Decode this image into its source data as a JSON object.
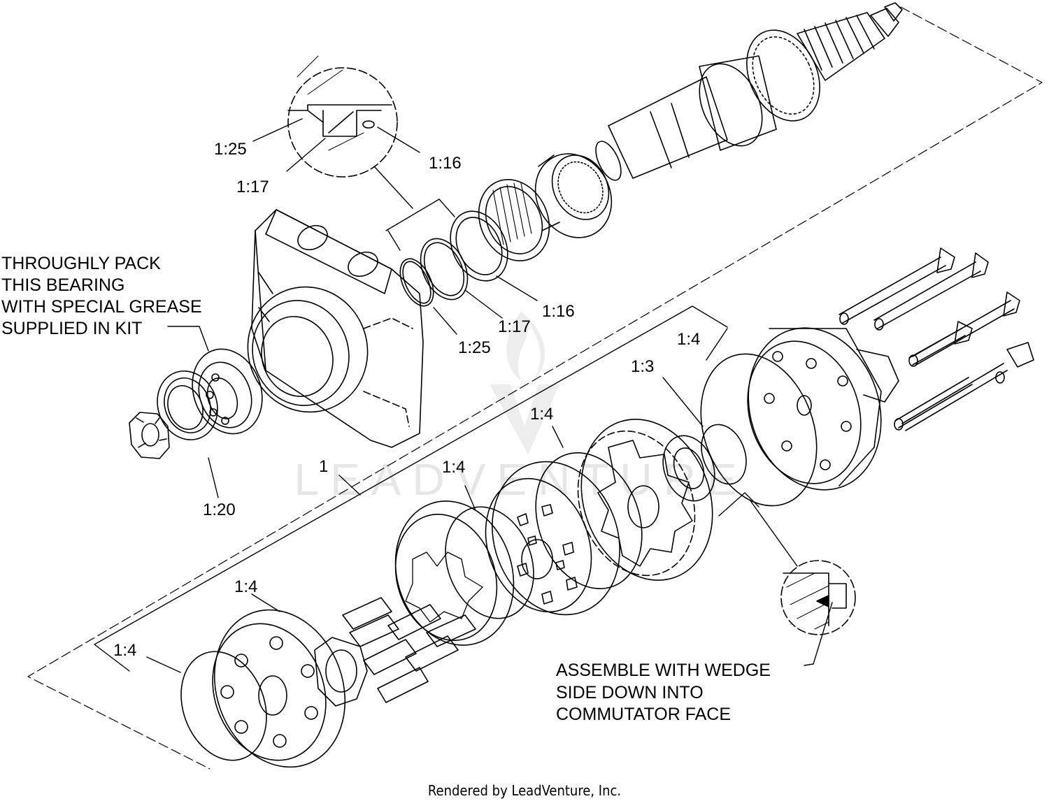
{
  "notes": {
    "grease": [
      "THROUGHLY PACK",
      "THIS BEARING",
      "WITH SPECIAL GREASE",
      "SUPPLIED IN KIT"
    ],
    "wedge": [
      "ASSEMBLE WITH WEDGE",
      "SIDE  DOWN INTO",
      "COMMUTATOR FACE"
    ]
  },
  "callouts": {
    "c125_top": "1:25",
    "c117_top": "1:17",
    "c116_top": "1:16",
    "c125_mid": "1:25",
    "c117_mid": "1:17",
    "c116_mid": "1:16",
    "c120": "1:20",
    "c1": "1",
    "c13": "1:3",
    "c14_a": "1:4",
    "c14_b": "1:4",
    "c14_c": "1:4",
    "c14_d": "1:4",
    "c14_e": "1:4"
  },
  "watermark": "LEADVENTURE",
  "credit": "Rendered by LeadVenture, Inc."
}
